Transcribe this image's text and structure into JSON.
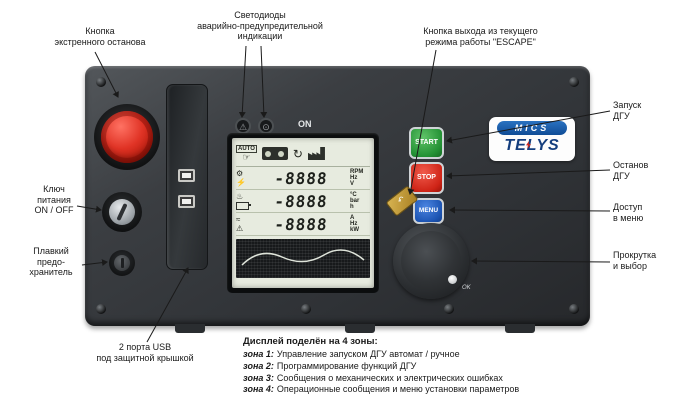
{
  "callouts": {
    "emergency_stop": "Кнопка\nэкстренного останова",
    "leds": "Светодиоды\nаварийно-предупредительной\nиндикации",
    "escape": "Кнопка выхода из текущего\nрежима работы \"ESCAPE\"",
    "start": "Запуск\nДГУ",
    "stop": "Останов\nДГУ",
    "menu": "Доступ\nв меню",
    "knob": "Прокрутка\nи выбор",
    "key": "Ключ\nпитания\nON / OFF",
    "fuse": "Плавкий\nпредо-\nхранитель",
    "usb": "2 порта USB\nпод защитной крышкой"
  },
  "panel": {
    "logo": {
      "line1": "MICS",
      "line2": "TELYS"
    },
    "buttons": {
      "start": "START",
      "stop": "STOP",
      "menu": "MENU"
    },
    "knob_ok": "OK",
    "display": {
      "on_label": "ON",
      "auto_label": "AUTO",
      "rows": [
        {
          "value": "-8888",
          "units": [
            "RPM",
            "Hz",
            "V"
          ]
        },
        {
          "value": "-8888",
          "units": [
            "°C",
            "bar",
            "h"
          ]
        },
        {
          "value": "-8888",
          "units": [
            "A",
            "Hz",
            "kW"
          ]
        }
      ]
    }
  },
  "legend": {
    "title": "Дисплей поделён на 4 зоны:",
    "zones": [
      {
        "label": "зона 1:",
        "text": "Управление запуском ДГУ автомат / ручное"
      },
      {
        "label": "зона 2:",
        "text": "Программирование функций ДГУ"
      },
      {
        "label": "зона 3:",
        "text": "Сообщения о механических и электрических ошибках"
      },
      {
        "label": "зона 4:",
        "text": "Операционные сообщения и меню установки параметров"
      }
    ]
  }
}
